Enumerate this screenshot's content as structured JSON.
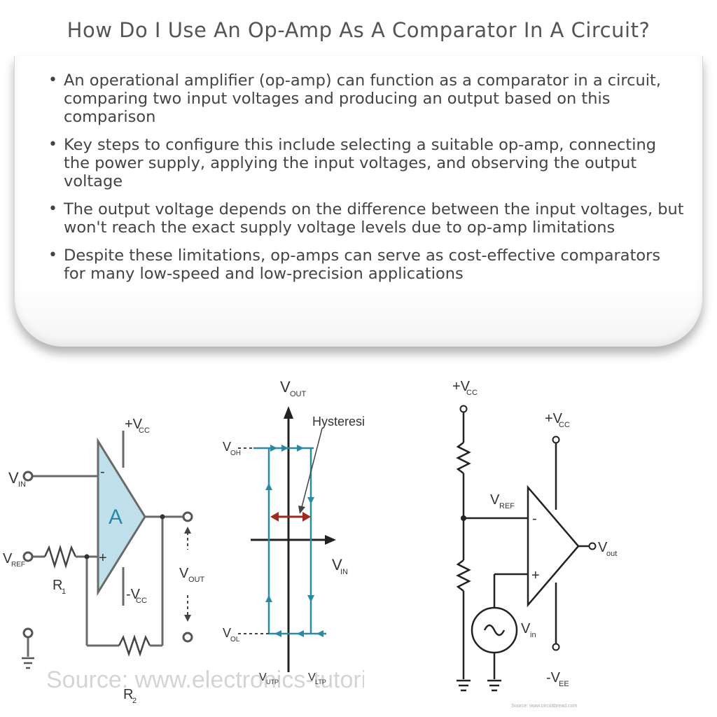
{
  "title": "How Do I Use An Op-Amp As A Comparator In A Circuit?",
  "bullets": [
    "An operational amplifier (op-amp) can function as a comparator in a circuit, comparing two input voltages and producing an output based on this comparison",
    "Key steps to configure this include selecting a suitable op-amp, connecting the power supply, applying the input voltages, and observing the output voltage",
    "The output voltage depends on the difference between the input voltages, but won't reach the exact supply voltage levels due to op-amp limitations",
    "Despite these limitations, op-amps can serve as cost-effective comparators for many low-speed and low-precision applications"
  ],
  "figure_left": {
    "vin": "V",
    "vin_sub": "IN",
    "vref": "V",
    "vref_sub": "REF",
    "r1": "R",
    "r1_sub": "1",
    "r2": "R",
    "r2_sub": "2",
    "vcc_pos": "+V",
    "vcc_pos_sub": "CC",
    "vcc_neg": "-V",
    "vcc_neg_sub": "CC",
    "amp": "A",
    "minus": "-",
    "plus": "+",
    "vout": "V",
    "vout_sub": "OUT",
    "watermark": "Source: www.electronics-tutorials.ws"
  },
  "figure_middle": {
    "vout": "V",
    "vout_sub": "OUT",
    "hysteresis": "Hysteresis",
    "voh": "V",
    "voh_sub": "OH",
    "vol": "V",
    "vol_sub": "OL",
    "vin": "V",
    "vin_sub": "IN",
    "vutp": "V",
    "vutp_sub": "UTP",
    "vltp": "V",
    "vltp_sub": "LTP"
  },
  "figure_right": {
    "vcc_top": "+V",
    "vcc_top_sub": "CC",
    "vcc_right": "+V",
    "vcc_right_sub": "CC",
    "vref": "V",
    "vref_sub": "REF",
    "minus": "-",
    "plus": "+",
    "vout": "V",
    "vout_sub": "out",
    "vin": "V",
    "vin_sub": "in",
    "vee": "-V",
    "vee_sub": "EE",
    "source": "Source: www.circuitbread.com"
  },
  "colors": {
    "amp_fill": "#bfe0ea",
    "teal": "#2a8aa6",
    "red_arrow": "#a02a20",
    "wire": "#6a6a6a"
  }
}
